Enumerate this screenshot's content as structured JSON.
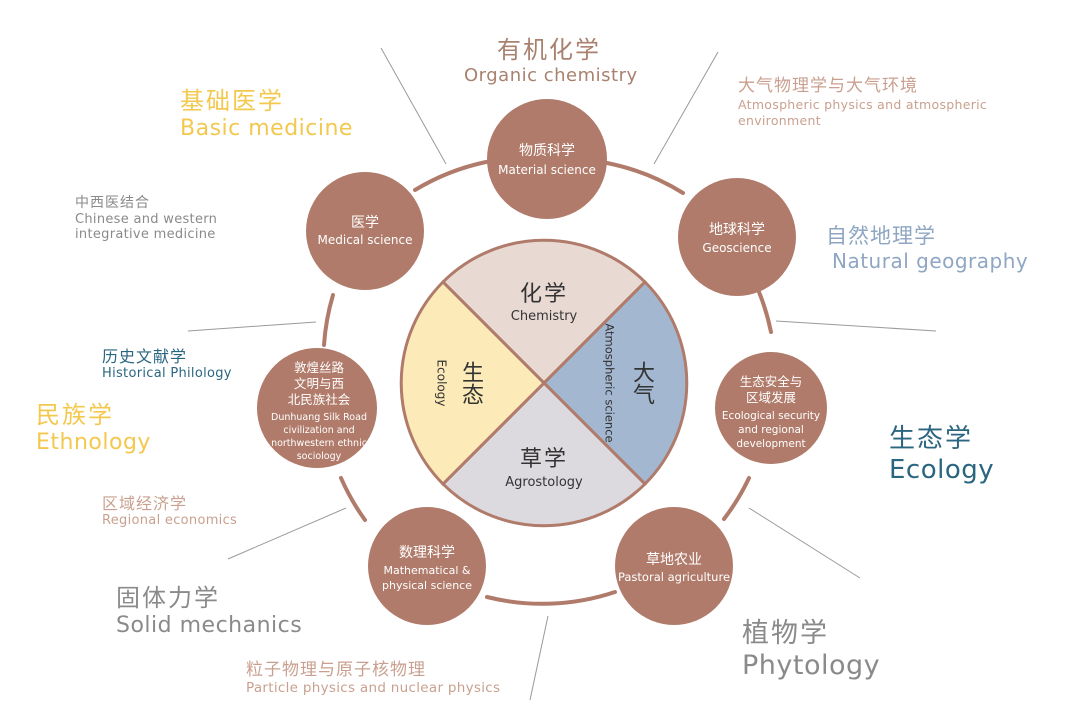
{
  "colors": {
    "node": "#B07B6A",
    "ring": "#B07B6A",
    "quad_chemistry": "#E8DAD3",
    "quad_atmospheric": "#A3B7D0",
    "quad_agrostology": "#DCDADF",
    "quad_ecology": "#FCEBB8",
    "gold": "#F3C84E",
    "blue_light": "#8FA6C3",
    "teal": "#2B6680",
    "gray": "#8A8A8A",
    "brown_light": "#C9A08F"
  },
  "center": {
    "chemistry": {
      "cn": "化学",
      "en": "Chemistry"
    },
    "atmospheric": {
      "cn": "大气",
      "en": "Atmospheric science"
    },
    "agrostology": {
      "cn": "草学",
      "en": "Agrostology"
    },
    "ecology": {
      "cn": "生态",
      "en": "Ecology"
    }
  },
  "nodes": [
    {
      "cn": "物质科学",
      "en": "Material science"
    },
    {
      "cn": "地球科学",
      "en": "Geoscience"
    },
    {
      "cn": "生态安全与区域发展",
      "cn_lines": [
        "生态安全与",
        "区域发展"
      ],
      "en_lines": [
        "Ecological security",
        "and regional",
        "development"
      ]
    },
    {
      "cn": "草地农业",
      "en": "Pastoral agriculture"
    },
    {
      "cn": "数理科学",
      "en_lines": [
        "Mathematical &",
        "physical science"
      ]
    },
    {
      "cn_lines": [
        "敦煌丝路",
        "文明与西",
        "北民族社会"
      ],
      "en_lines": [
        "Dunhuang Silk Road",
        "civilization and",
        "northwestern ethnic",
        "sociology"
      ]
    },
    {
      "cn": "医学",
      "en": "Medical science"
    }
  ],
  "labels": {
    "organic": {
      "cn": "有机化学",
      "en": "Organic chemistry"
    },
    "atmos_env": {
      "cn": "大气物理学与大气环境",
      "en_lines": [
        "Atmospheric physics and atmospheric",
        "environment"
      ]
    },
    "natural_geo": {
      "cn": "自然地理学",
      "en": "Natural geography"
    },
    "ecology": {
      "cn": "生态学",
      "en": "Ecology"
    },
    "phytology": {
      "cn": "植物学",
      "en": "Phytology"
    },
    "particle": {
      "cn": "粒子物理与原子核物理",
      "en": "Particle physics and nuclear physics"
    },
    "solid": {
      "cn": "固体力学",
      "en": "Solid mechanics"
    },
    "regional": {
      "cn": "区域经济学",
      "en": "Regional economics"
    },
    "ethnology": {
      "cn": "民族学",
      "en": "Ethnology"
    },
    "historical": {
      "cn": "历史文献学",
      "en": "Historical Philology"
    },
    "chinese_western": {
      "cn": "中西医结合",
      "en_lines": [
        "Chinese and western",
        "integrative medicine"
      ]
    },
    "basic_med": {
      "cn": "基础医学",
      "en": "Basic medicine"
    }
  }
}
